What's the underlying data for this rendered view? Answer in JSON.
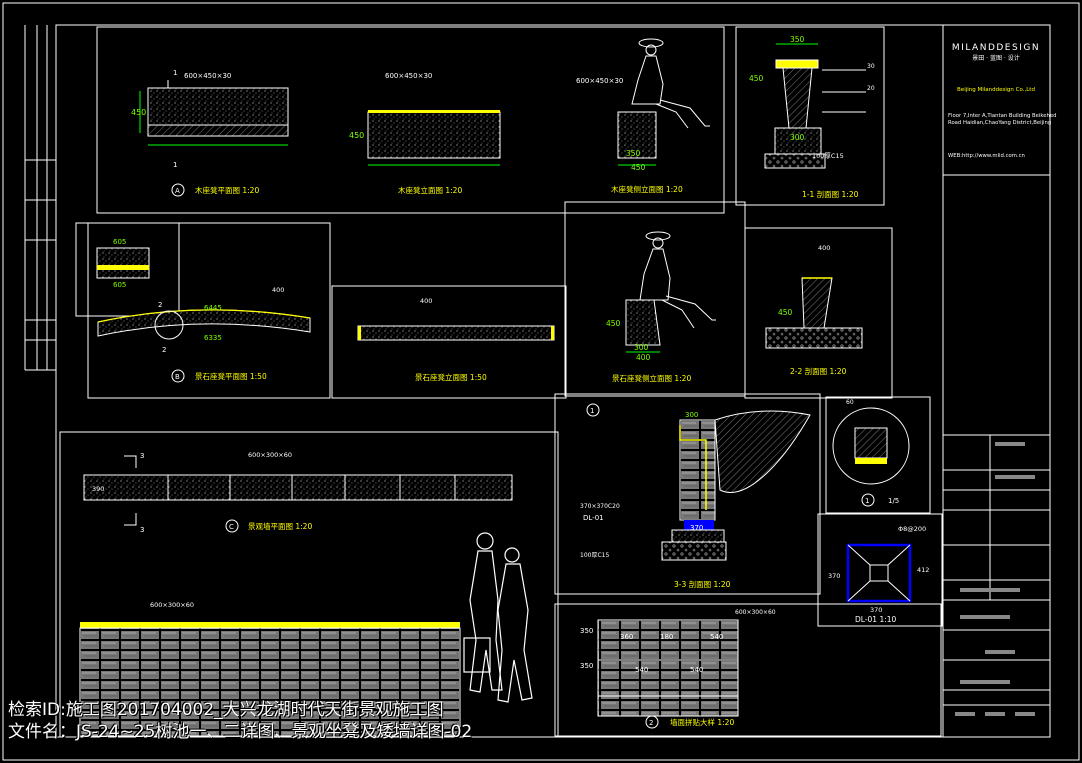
{
  "title_block": {
    "brand": "MILANDDESIGN",
    "brand_sub": "景田 · 蓝图 · 设计",
    "company_en": "Beijing Milanddesign Co.,Ltd",
    "address_en_1": "Floor 7,Inter A,Tiantan Building Beikehed",
    "address_en_2": "Road Haidian,ChaoYang District,Beijing",
    "web": "WEB:http://www.mlid.com.cn"
  },
  "views": {
    "a_plan": "木座凳平面图 1:20",
    "a_elev": "木座凳立面图 1:20",
    "a_side": "木座凳侧立面图 1:20",
    "sec_1_1": "1-1 剖面图 1:20",
    "b_plan": "景石座凳平面图 1:50",
    "b_elev": "景石座凳立面图 1:50",
    "b_side": "景石座凳侧立面图 1:20",
    "sec_2_2": "2-2 剖面图 1:20",
    "c_plan": "景观墙平面图 1:20",
    "sec_3_3": "3-3 剖面图 1:20",
    "detail_1": "1/5",
    "dl01": "DL-01 1:10",
    "wall_detail": "墙面拼贴大样 1:20"
  },
  "markers": {
    "a": "A",
    "b": "B",
    "c": "C",
    "d1": "1",
    "d2": "2",
    "sec1": "1",
    "sec2": "2",
    "sec3": "3",
    "dl_tag": "DL-01"
  },
  "dims": {
    "d600x450x30": "600×450×30",
    "d450": "450",
    "d350": "350",
    "d300": "300",
    "d100": "100",
    "d400": "400",
    "d605": "605",
    "d6445": "6445",
    "d6335": "6335",
    "d600x300x60": "600×300×60",
    "d370": "370",
    "d390": "390",
    "d360": "360",
    "d180": "180",
    "d540": "540",
    "d60": "60",
    "d412": "412",
    "d200": "Φ8@200",
    "d370x370": "370×370C20",
    "d100c15": "100厚C15",
    "d30": "30",
    "d20": "20"
  },
  "watermark": {
    "line1": "检索ID:施工图201704002_大兴龙湖时代天街景观施工图",
    "line2": "文件名：JS-24~25树池一、二详图、景观坐凳及矮墙详图-02"
  },
  "colors": {
    "frame": "#ffffff",
    "dim": "#00ff00",
    "accent": "#ffff00",
    "hatch": "#c0c0c0",
    "cyan": "#00ffff",
    "blue": "#0000ff",
    "red": "#ff0000"
  }
}
